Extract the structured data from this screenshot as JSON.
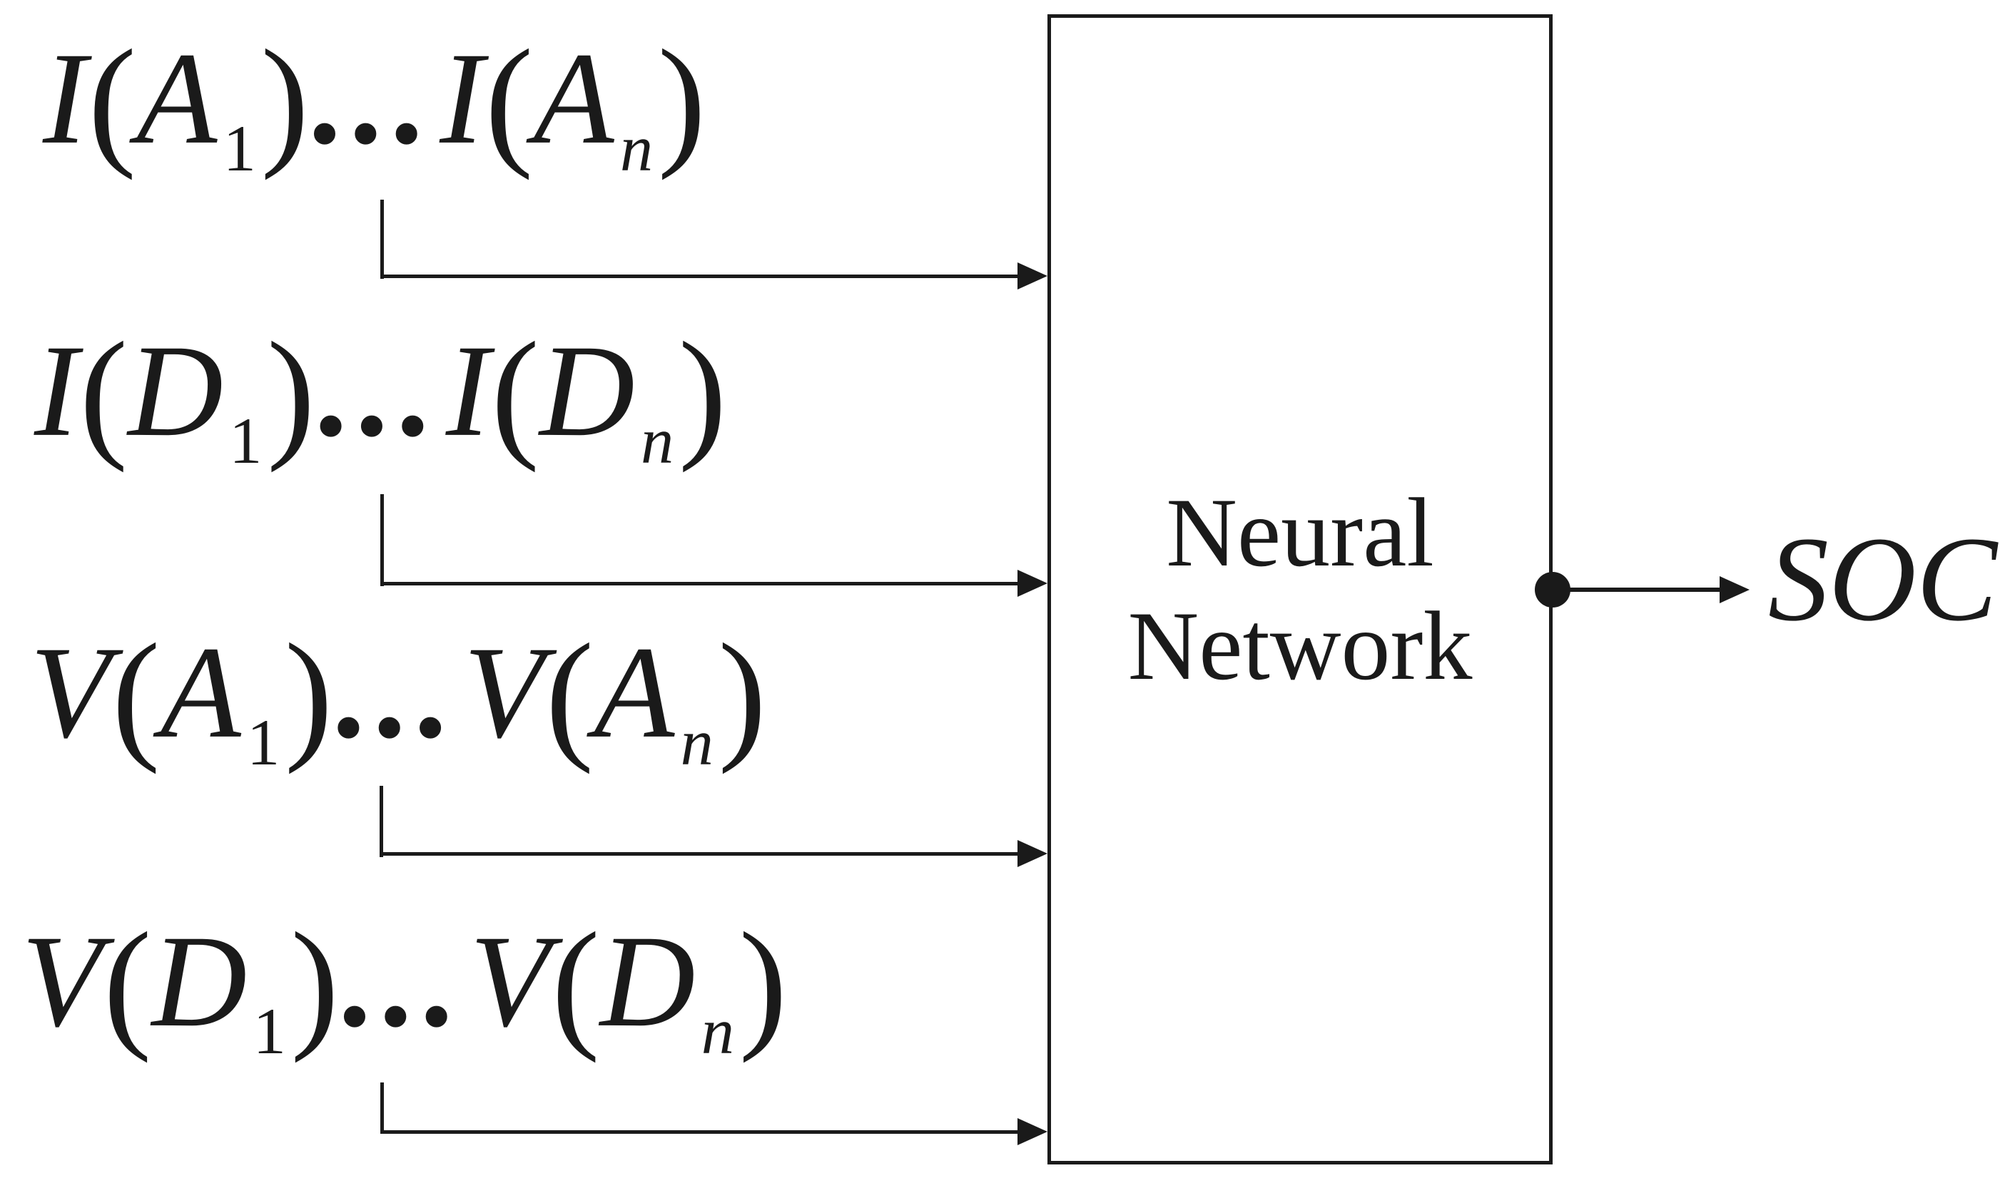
{
  "inputs": [
    {
      "func": "I",
      "arg": "A",
      "sub_first": "1",
      "sub_last": "n"
    },
    {
      "func": "I",
      "arg": "D",
      "sub_first": "1",
      "sub_last": "n"
    },
    {
      "func": "V",
      "arg": "A",
      "sub_first": "1",
      "sub_last": "n"
    },
    {
      "func": "V",
      "arg": "D",
      "sub_first": "1",
      "sub_last": "n"
    }
  ],
  "symbols": {
    "open_paren": "(",
    "close_paren": ")",
    "ellipsis": "..."
  },
  "box": {
    "line1": "Neural",
    "line2": "Network"
  },
  "output": {
    "label": "SOC"
  },
  "colors": {
    "ink": "#1a1a1a",
    "background": "#ffffff"
  }
}
